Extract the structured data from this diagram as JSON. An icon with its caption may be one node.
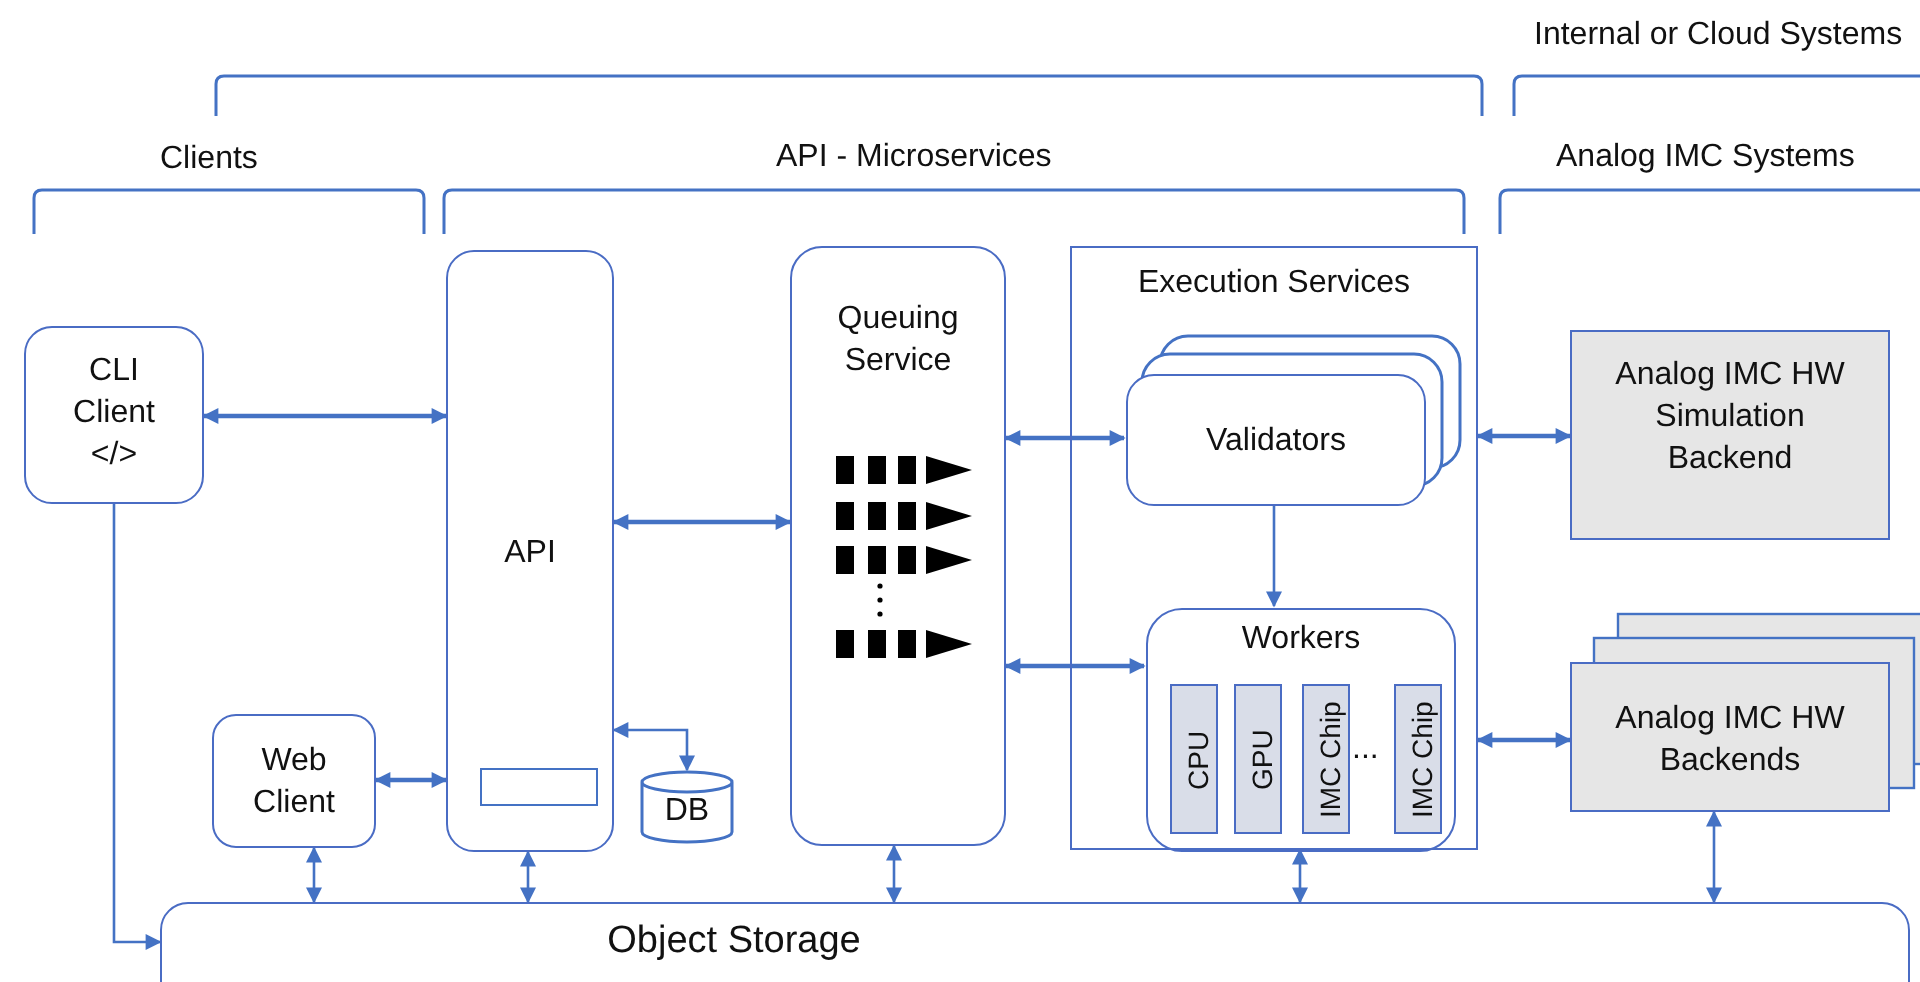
{
  "diagram": {
    "nodes": [
      {
        "text": [
          "CLI Client </>"
        ]
      },
      {
        "text": [
          "API"
        ]
      },
      {
        "text": [],
        "shape": "box",
        "in": 1
      },
      {
        "text": [
          "DB"
        ]
      },
      {
        "text": [
          "Web Client"
        ]
      },
      {
        "text": [
          "Queuing Service"
        ]
      },
      {
        "text": [
          "Execution Services"
        ]
      },
      {
        "text": [
          "Validators"
        ],
        "in": 6
      },
      {
        "text": [
          "Workers"
        ],
        "in": 6
      },
      {
        "text": [
          "CPU"
        ],
        "in": 8
      },
      {
        "text": [
          "GPU"
        ],
        "in": 8
      },
      {
        "text": [
          "IMC Chip"
        ],
        "in": 8
      },
      {
        "text": [
          "IMC Chip"
        ],
        "in": 8
      },
      {
        "text": [
          "Analog IMC HW Simulation Backend"
        ]
      },
      {
        "text": [
          "Analog IMC HW Backends"
        ]
      },
      {
        "text": [
          "Object Storage"
        ]
      }
    ],
    "edges": [
      {
        "from": 0,
        "to": 1,
        "arrow": "both"
      },
      {
        "from": 4,
        "to": 1,
        "arrow": "both"
      },
      {
        "from": 1,
        "to": 5,
        "arrow": "both"
      },
      {
        "from": 1,
        "to": 3,
        "arrow": "both"
      },
      {
        "from": 5,
        "to": 7,
        "arrow": "both"
      },
      {
        "from": 5,
        "to": 8,
        "arrow": "both"
      },
      {
        "from": 7,
        "to": 8,
        "arrow": "to"
      },
      {
        "from": 6,
        "to": 13,
        "arrow": "both"
      },
      {
        "from": 6,
        "to": 14,
        "arrow": "both"
      },
      {
        "from": 0,
        "to": 15,
        "arrow": "to"
      },
      {
        "from": 4,
        "to": 15,
        "arrow": "both"
      },
      {
        "from": 1,
        "to": 15,
        "arrow": "both"
      },
      {
        "from": 5,
        "to": 15,
        "arrow": "both"
      },
      {
        "from": 6,
        "to": 15,
        "arrow": "both"
      },
      {
        "from": 14,
        "to": 15,
        "arrow": "both"
      }
    ],
    "labels": [
      "Internal or Cloud Systems",
      "Clients",
      "API - Microservices",
      "Analog IMC Systems",
      "..."
    ]
  }
}
